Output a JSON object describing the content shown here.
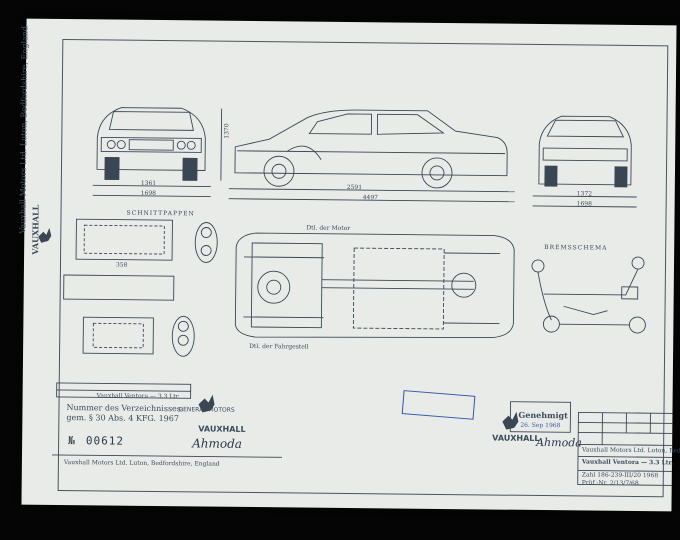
{
  "sheet": {
    "brand": "VAUXHALL",
    "side_text": "Vauxhall Motors Ltd. Luton, Bedfordshire, England",
    "section_schnittzeichnung": "SCHNITTPAPPEN",
    "section_bremsschema": "BREMSSCHEMA",
    "label_front_motor": "Dtl. der Motor",
    "label_fahrgestell": "Dtl. der Fahrgestell",
    "dims": {
      "height": "1370",
      "front_track": "1361",
      "front_width": "1698",
      "wheelbase": "2591",
      "length": "4497",
      "rear_track": "1372",
      "rear_width": "1698",
      "silencer_len": "358"
    },
    "model_box_label": "Vauxhall Ventora — 3.3 Ltr.",
    "number_label": "Nummer des Verzeichnisses:",
    "number_sub": "gem. § 30 Abs. 4 KFG. 1967",
    "serial_prefix": "№",
    "serial": "00612",
    "general_motors": "GENERAL MOTORS",
    "footer_note": "Vauxhall Motors Ltd. Luton, Bedfordshire, England",
    "genehmigt": "Genehmigt",
    "title_line1": "Vauxhall Motors Ltd. Luton, Bedfordshire, England",
    "title_line2": "Vauxhall Ventora — 3.3 Ltr.",
    "title_line3": "Zahl  186-239-III/20 1968",
    "title_line4": "Prüf.-Nr.  2/13/7/68",
    "date_stamp": "26. Sep 1968",
    "signature": "Ahmoda"
  }
}
